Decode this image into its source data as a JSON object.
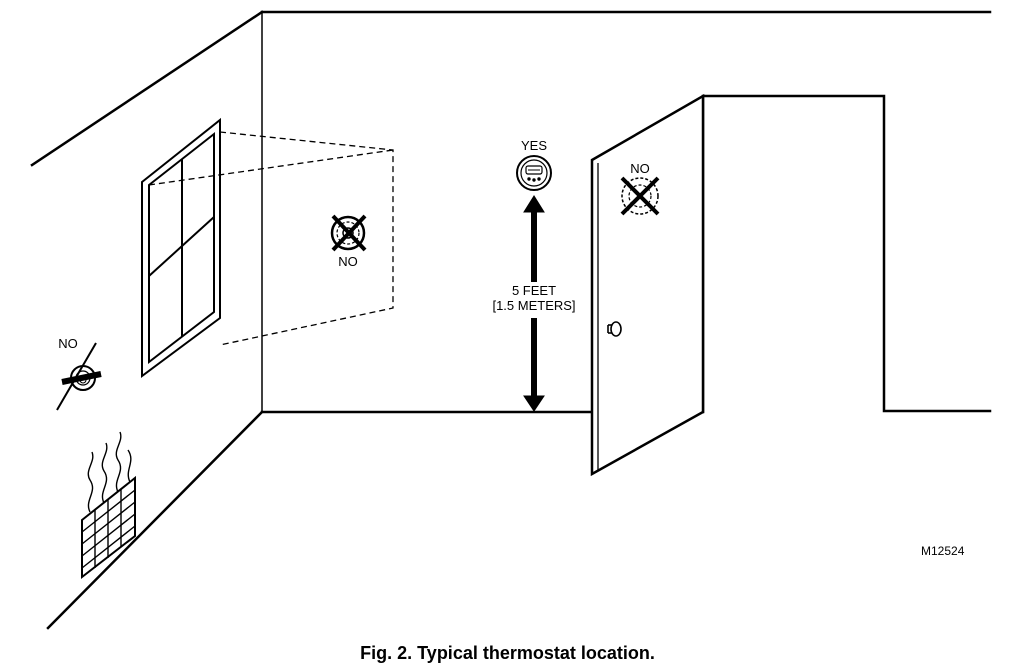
{
  "labels": {
    "yes": "YES",
    "no_window": "NO",
    "no_left": "NO",
    "no_door": "NO",
    "distance_line1": "5 FEET",
    "distance_line2": "[1.5 METERS]",
    "code": "M12524"
  },
  "caption": "Fig. 2. Typical thermostat location.",
  "colors": {
    "ink": "#000000",
    "paper": "#ffffff"
  }
}
